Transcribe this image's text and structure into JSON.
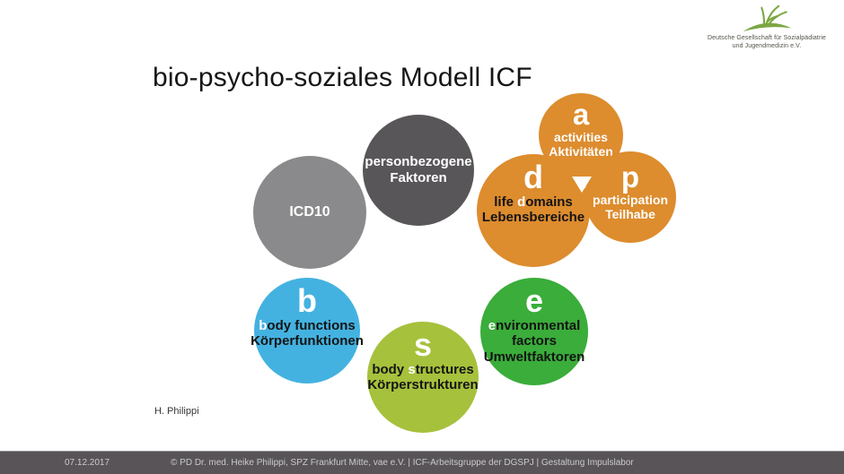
{
  "slide": {
    "title": "bio-psycho-soziales Modell ICF",
    "author": "H. Philippi"
  },
  "logo": {
    "line1": "Deutsche Gesellschaft für Sozialpädiatrie",
    "line2": "und Jugendmedizin e.V.",
    "icon": "grass-sprout-icon",
    "color": "#7ba742"
  },
  "colors": {
    "orange": "#dd8c2e",
    "blue": "#44b2e0",
    "light_green": "#a6c13c",
    "green": "#3aad3a",
    "gray": "#8a8a8c",
    "dark_gray": "#595659",
    "footer_bg": "#585457"
  },
  "circles": {
    "icd10": {
      "label": "ICD10"
    },
    "personal_factors": {
      "line1": "personbezogene",
      "line2": "Faktoren"
    },
    "activities": {
      "letter": "a",
      "en": "activities",
      "de": "Aktivitäten"
    },
    "life_domains": {
      "letter": "d",
      "en_pre": "life ",
      "en_initial": "d",
      "en_rest": "omains",
      "de": "Lebensbereiche"
    },
    "participation": {
      "letter": "p",
      "en": "participation",
      "de": "Teilhabe"
    },
    "body_functions": {
      "letter": "b",
      "en_initial": "b",
      "en_rest": "ody functions",
      "de": "Körperfunktionen"
    },
    "body_structures": {
      "letter": "s",
      "en_pre": "body ",
      "en_initial": "s",
      "en_rest": "tructures",
      "de": "Körperstrukturen"
    },
    "environmental": {
      "letter": "e",
      "en_initial": "e",
      "en_rest": "nvironmental",
      "en_line2": "factors",
      "de": "Umweltfaktoren"
    }
  },
  "footer": {
    "date": "07.12.2017",
    "credits": "© PD Dr. med. Heike Philippi, SPZ Frankfurt Mitte, vae e.V. | ICF-Arbeitsgruppe der DGSPJ | Gestaltung Impulslabor"
  }
}
